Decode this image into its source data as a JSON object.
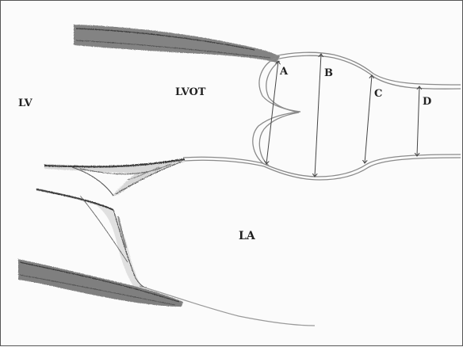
{
  "labels": {
    "lv": "LV",
    "lvot": "LVOT",
    "la": "LA",
    "a": "A",
    "b": "B",
    "c": "C",
    "d": "D"
  },
  "colors": {
    "pencil_dark": "#4a4a4a",
    "pencil_light": "#8a8a8a",
    "outline": "#7a7a7a",
    "label": "#222222"
  }
}
